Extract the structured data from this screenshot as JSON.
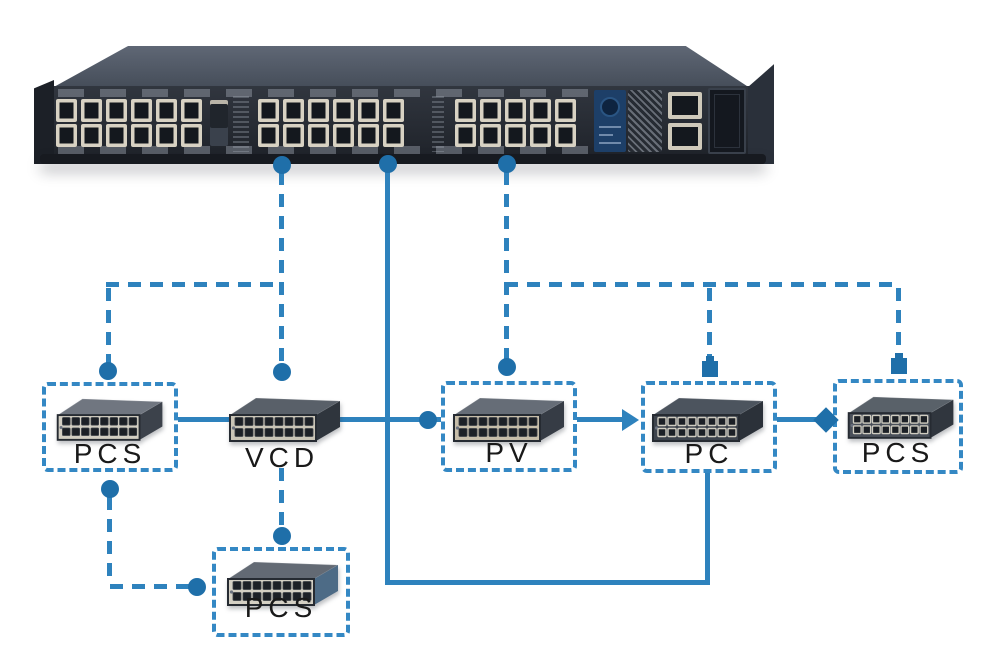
{
  "diagram_type": "network-topology",
  "colors": {
    "background": "#ffffff",
    "accent_line": "#2e82bd",
    "marker": "#1f6fa9",
    "box_border": "#3488c4",
    "switch_body": "#2a303a",
    "switch_top": "#5f6775",
    "port_bezel": "#d8d2c3",
    "label_text": "#191919"
  },
  "core_switch": {
    "description": "48-port rack switch",
    "label": ""
  },
  "nodes": {
    "pcs_left": {
      "label": "PCS",
      "boxed": true
    },
    "vcd": {
      "label": "VCD",
      "boxed": false
    },
    "pv": {
      "label": "PV",
      "boxed": true
    },
    "pc": {
      "label": "PC",
      "boxed": true
    },
    "pcs_right": {
      "label": "PCS",
      "boxed": true
    },
    "pcs_bottom": {
      "label": "PCS",
      "boxed": true
    }
  },
  "edges": [
    {
      "from": "core-switch",
      "to": "vcd",
      "style": "dashed",
      "ends": "dot-dot"
    },
    {
      "from": "core-switch",
      "to": "pcs_left",
      "style": "dashed",
      "ends": "dot-dot"
    },
    {
      "from": "core-switch",
      "to": "pv",
      "style": "dashed",
      "ends": "dot-dot"
    },
    {
      "from": "core-switch",
      "to": "pc",
      "style": "dashed",
      "ends": "dot-square"
    },
    {
      "from": "core-switch",
      "to": "pcs_right",
      "style": "dashed",
      "ends": "dot-square"
    },
    {
      "from": "core-switch",
      "to": "pc",
      "style": "solid",
      "ends": "dot-plain"
    },
    {
      "from": "pcs_left",
      "to": "vcd",
      "style": "solid",
      "ends": "plain"
    },
    {
      "from": "vcd",
      "to": "pv",
      "style": "solid",
      "ends": "dot"
    },
    {
      "from": "pv",
      "to": "pc",
      "style": "solid",
      "ends": "arrow"
    },
    {
      "from": "pc",
      "to": "pcs_right",
      "style": "solid",
      "ends": "diamond"
    },
    {
      "from": "pcs_left",
      "to": "pcs_bottom",
      "style": "dashed",
      "ends": "dot-dot"
    },
    {
      "from": "vcd",
      "to": "pcs_bottom",
      "style": "dashed",
      "ends": "dot"
    }
  ]
}
